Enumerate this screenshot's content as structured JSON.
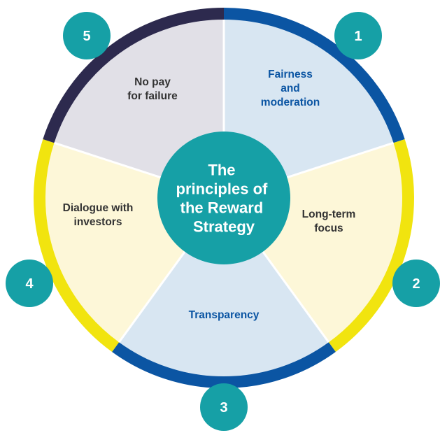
{
  "diagram": {
    "center": {
      "lines": [
        "The",
        "principles of",
        "the Reward",
        "Strategy"
      ],
      "color": "#16a0a6",
      "text_color": "#ffffff"
    },
    "segments": [
      {
        "number": "1",
        "lines": [
          "Fairness",
          "and",
          "moderation"
        ],
        "fill": "#d8e6f2",
        "ring": "#0b55a3",
        "text_color": "#0b55a3"
      },
      {
        "number": "2",
        "lines": [
          "Long-term",
          "focus"
        ],
        "fill": "#fdf7d8",
        "ring": "#f1e40f",
        "text_color": "#333333"
      },
      {
        "number": "3",
        "lines": [
          "Transparency"
        ],
        "fill": "#d8e6f2",
        "ring": "#0b55a3",
        "text_color": "#0b55a3"
      },
      {
        "number": "4",
        "lines": [
          "Dialogue with",
          "investors"
        ],
        "fill": "#fdf7d8",
        "ring": "#f1e40f",
        "text_color": "#333333"
      },
      {
        "number": "5",
        "lines": [
          "No pay",
          "for failure"
        ],
        "fill": "#e1e0e7",
        "ring": "#2d2a4e",
        "text_color": "#333333"
      }
    ],
    "badge_color": "#16a0a6",
    "badge_text_color": "#ffffff"
  }
}
